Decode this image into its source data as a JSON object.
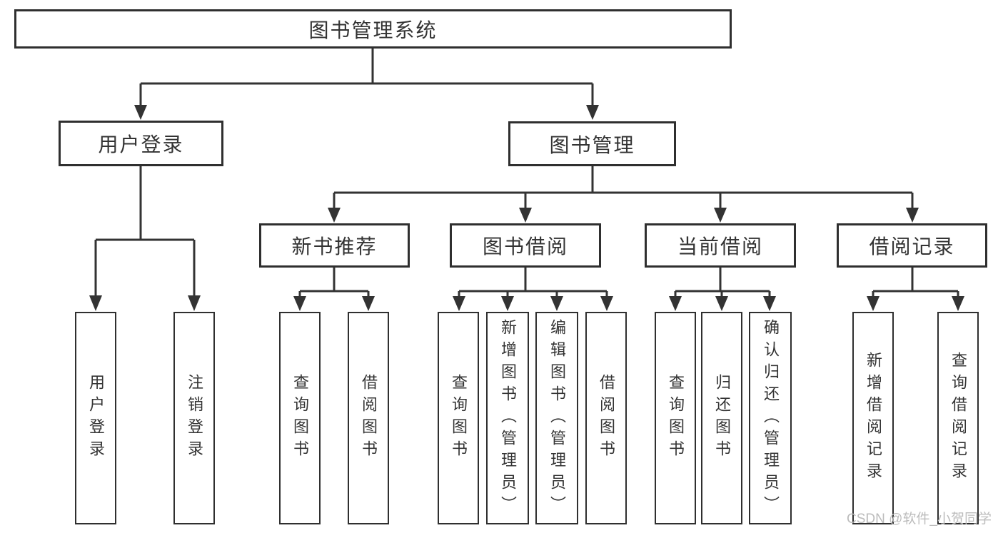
{
  "diagram": {
    "title": "图书管理系统",
    "level2": {
      "user_login": "用户登录",
      "book_management": "图书管理"
    },
    "level3": {
      "new_book_rec": "新书推荐",
      "book_borrow": "图书借阅",
      "current_borrow": "当前借阅",
      "borrow_records": "借阅记录"
    },
    "leaves": {
      "user_login": [
        "用户登录",
        "注销登录"
      ],
      "new_book_rec": [
        "查询图书",
        "借阅图书"
      ],
      "book_borrow": [
        "查询图书",
        "新增图书（管理员）",
        "编辑图书（管理员）",
        "借阅图书"
      ],
      "current_borrow": [
        "查询图书",
        "归还图书",
        "确认归还（管理员）"
      ],
      "borrow_records": [
        "新增借阅记录",
        "查询借阅记录"
      ]
    }
  },
  "watermark": "CSDN @软件_小贺同学",
  "colors": {
    "line": "#333333",
    "box_border": "#2f2f2f",
    "text": "#333333",
    "watermark": "#bcbcbc",
    "background": "#ffffff"
  }
}
